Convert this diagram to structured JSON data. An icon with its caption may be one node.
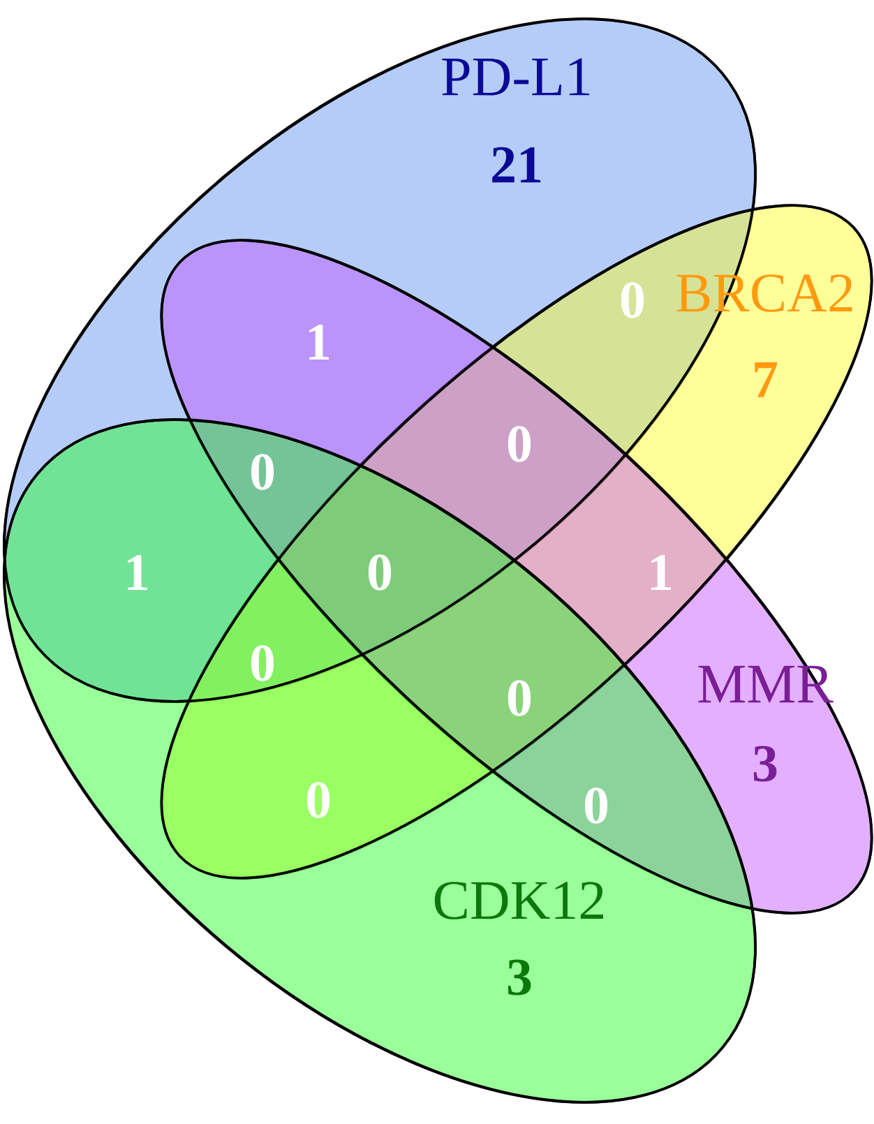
{
  "diagram": {
    "nodes": [
      {
        "text": [
          "PD-L1",
          "21"
        ]
      },
      {
        "text": [
          "BRCA2",
          "7"
        ]
      },
      {
        "text": [
          "MMR",
          "3"
        ]
      },
      {
        "text": [
          "CDK12",
          "3"
        ]
      }
    ],
    "labels": [
      "1",
      "0",
      "0",
      "0",
      "1",
      "0",
      "1",
      "0",
      "0",
      "0",
      "0"
    ]
  }
}
